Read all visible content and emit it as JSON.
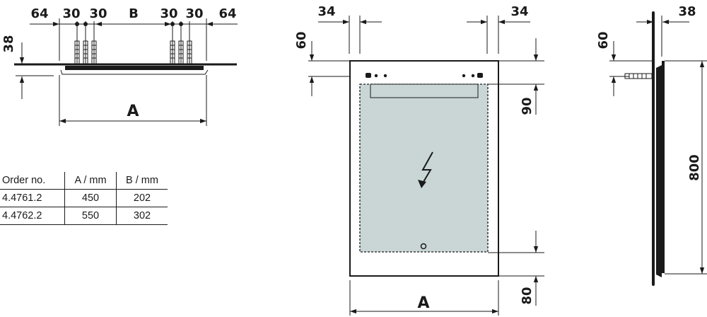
{
  "top_view": {
    "dims_top": [
      "64",
      "30",
      "30",
      "B",
      "30",
      "30",
      "64"
    ],
    "dim_left": "38",
    "dim_bottom": "A"
  },
  "front_view": {
    "dim_top_left": "34",
    "dim_top_right": "34",
    "dim_left": "60",
    "dim_right_upper": "90",
    "dim_right_lower": "80",
    "dim_bottom": "A"
  },
  "side_view": {
    "dim_top": "38",
    "dim_left": "60",
    "dim_height": "800"
  },
  "table": {
    "headers": [
      "Order no.",
      "A / mm",
      "B / mm"
    ],
    "rows": [
      [
        "4.4761.2",
        "450",
        "202"
      ],
      [
        "4.4762.2",
        "550",
        "302"
      ]
    ]
  },
  "colors": {
    "line": "#1a1a1a",
    "mirror_fill": "#c9d6d5"
  }
}
